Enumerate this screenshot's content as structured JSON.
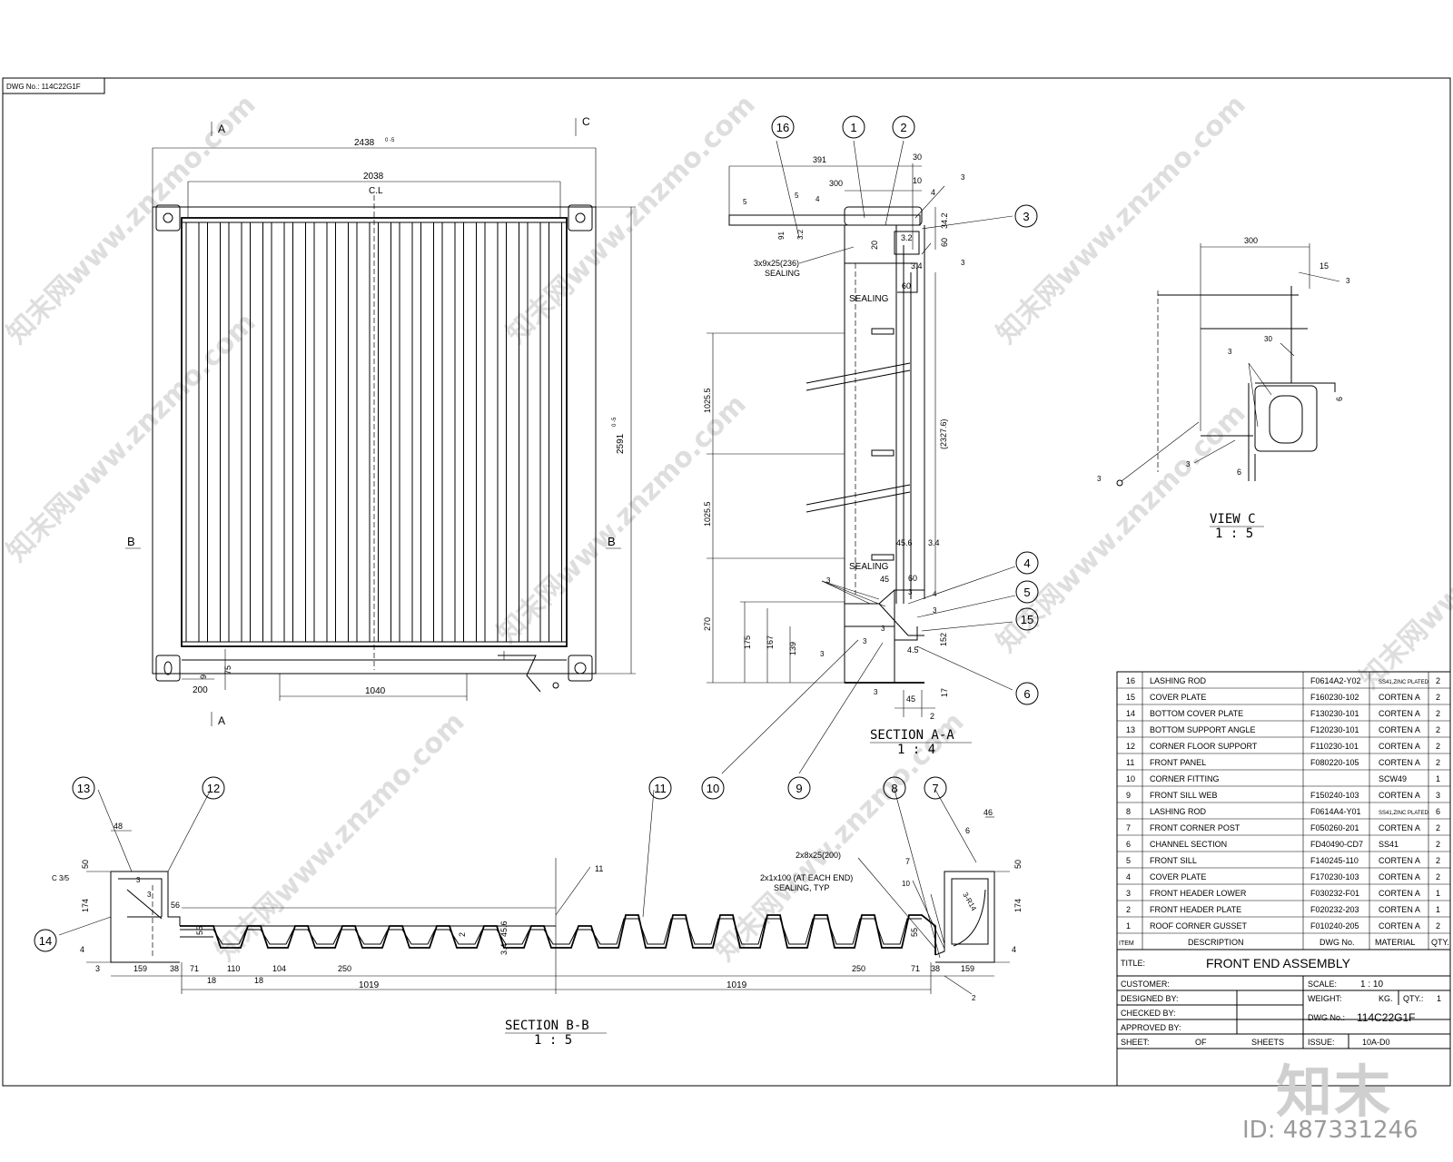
{
  "dwg_box": "DWG No.: 114C22G1F",
  "watermark_text": "知末网www.znzmo.com",
  "watermark_brand": "知末",
  "watermark_id": "ID: 487331246",
  "front_view": {
    "section_A": "A",
    "view_C": "C",
    "section_B": "B",
    "dim_overall_width": "2438",
    "dim_overall_width_tol": "0  -5",
    "dim_inner_width": "2038",
    "center_line": "C.L",
    "dim_height": "2591",
    "dim_height_tol": "0  -5",
    "dim_200": "200",
    "dim_9": "9",
    "dim_75": "75",
    "dim_1040": "1040"
  },
  "section_aa": {
    "title": "SECTION A-A",
    "scale": "1 : 4",
    "dims": [
      "391",
      "300",
      "30",
      "10",
      "4",
      "34.2",
      "60",
      "3.2",
      "20",
      "91",
      "3.2",
      "4",
      "5",
      "3.4",
      "60",
      "1025.5",
      "1025.5",
      "(2327.6)",
      "270",
      "175",
      "167",
      "139",
      "45.6",
      "3.4",
      "60",
      "45",
      "152",
      "4.5",
      "45",
      "17",
      "2"
    ],
    "notes": [
      "SEALING",
      "SEALING",
      "3x9x25(236)",
      "SEALING"
    ],
    "welds": [
      "3",
      "3",
      "3",
      "5",
      "3",
      "3",
      "3",
      "4",
      "3",
      "3",
      "3",
      "3"
    ]
  },
  "view_c": {
    "title": "VIEW C",
    "scale": "1 : 5",
    "dims": [
      "300",
      "15",
      "3",
      "3",
      "6",
      "3",
      "6",
      "30",
      "3"
    ]
  },
  "section_bb": {
    "title": "SECTION B-B",
    "scale": "1 : 5",
    "dims": [
      "48",
      "50",
      "174",
      "4",
      "3",
      "159",
      "38",
      "71",
      "110",
      "104",
      "250",
      "56",
      "55",
      "2",
      "45.6",
      "3.4",
      "18",
      "18",
      "1019",
      "1019",
      "250",
      "71",
      "38",
      "159",
      "46",
      "6",
      "50",
      "174",
      "4",
      "55",
      "7",
      "10",
      "3-R14"
    ],
    "notes": [
      "2x8x25(200)",
      "2x1x100 (AT EACH END)",
      "SEALING, TYP",
      "C 3/5",
      "3",
      "3",
      "2",
      "11"
    ]
  },
  "balloons": [
    "16",
    "1",
    "2",
    "3",
    "4",
    "5",
    "15",
    "6",
    "10",
    "9",
    "8",
    "7",
    "11",
    "12",
    "13",
    "14"
  ],
  "bom": {
    "header": [
      "ITEM",
      "DESCRIPTION",
      "DWG No.",
      "MATERIAL",
      "QTY."
    ],
    "rows": [
      [
        "16",
        "LASHING ROD",
        "F0614A2-Y02",
        "SS41,ZINC PLATED",
        "2"
      ],
      [
        "15",
        "COVER PLATE",
        "F160230-102",
        "CORTEN A",
        "2"
      ],
      [
        "14",
        "BOTTOM COVER PLATE",
        "F130230-101",
        "CORTEN A",
        "2"
      ],
      [
        "13",
        "BOTTOM SUPPORT ANGLE",
        "F120230-101",
        "CORTEN A",
        "2"
      ],
      [
        "12",
        "CORNER FLOOR SUPPORT",
        "F110230-101",
        "CORTEN A",
        "2"
      ],
      [
        "11",
        "FRONT PANEL",
        "F080220-105",
        "CORTEN A",
        "2"
      ],
      [
        "10",
        "CORNER FITTING",
        "",
        "SCW49",
        "1"
      ],
      [
        "9",
        "FRONT SILL WEB",
        "F150240-103",
        "CORTEN A",
        "3"
      ],
      [
        "8",
        "LASHING ROD",
        "F0614A4-Y01",
        "SS41,ZINC PLATED",
        "6"
      ],
      [
        "7",
        "FRONT CORNER POST",
        "F050260-201",
        "CORTEN A",
        "2"
      ],
      [
        "6",
        "CHANNEL SECTION",
        "FD40490-CD7",
        "SS41",
        "2"
      ],
      [
        "5",
        "FRONT SILL",
        "F140245-110",
        "CORTEN A",
        "2"
      ],
      [
        "4",
        "COVER PLATE",
        "F170230-103",
        "CORTEN A",
        "2"
      ],
      [
        "3",
        "FRONT HEADER LOWER",
        "F030232-F01",
        "CORTEN A",
        "1"
      ],
      [
        "2",
        "FRONT HEADER PLATE",
        "F020232-203",
        "CORTEN A",
        "1"
      ],
      [
        "1",
        "ROOF CORNER GUSSET",
        "F010240-205",
        "CORTEN A",
        "2"
      ]
    ]
  },
  "title_block": {
    "title_label": "TITLE:",
    "title_value": "FRONT END ASSEMBLY",
    "customer": "CUSTOMER:",
    "scale_label": "SCALE:",
    "scale_value": "1 : 10",
    "designed": "DESIGNED BY:",
    "weight_label": "WEIGHT:",
    "kg_label": "KG.",
    "qty_label": "QTY.:",
    "qty_value": "1",
    "checked": "CHECKED BY:",
    "dwg_label": "DWG No.:",
    "dwg_value": "114C22G1F",
    "approved": "APPROVED BY:",
    "sheet_label": "SHEET:",
    "of_label": "OF",
    "sheets_label": "SHEETS",
    "issue_label": "ISSUE:",
    "issue_value": "10A-D0"
  }
}
